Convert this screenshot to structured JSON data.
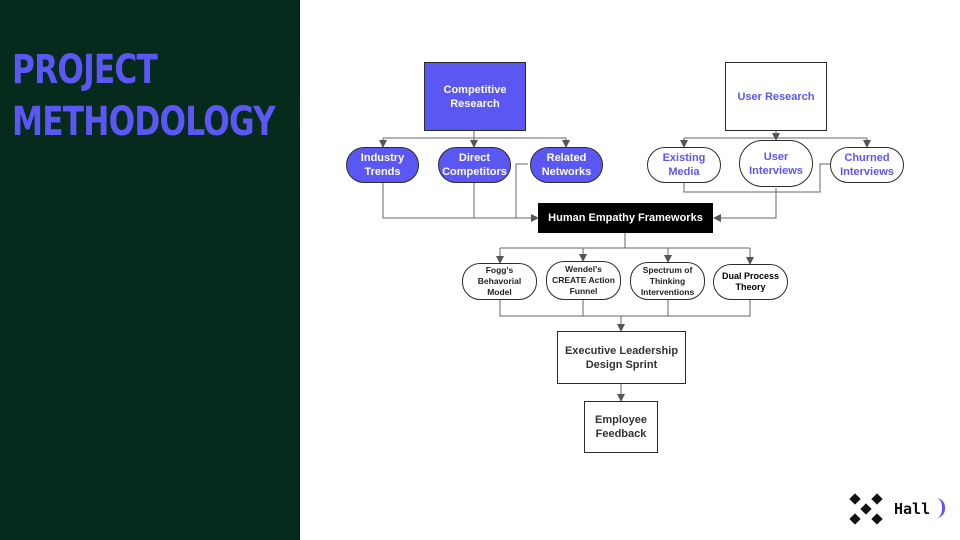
{
  "slide": {
    "title_line1": "PROJECT",
    "title_line2": "METHODOLOGY"
  },
  "colors": {
    "panel_bg": "#062a1c",
    "accent": "#5b57f2",
    "dark_box": "#000000"
  },
  "diagram": {
    "competitive_research": "Competitive\nResearch",
    "user_research": "User Research",
    "industry_trends": "Industry\nTrends",
    "direct_competitors": "Direct\nCompetitors",
    "related_networks": "Related\nNetworks",
    "existing_media": "Existing\nMedia",
    "user_interviews": "User\nInterviews",
    "churned_interviews": "Churned\nInterviews",
    "human_empathy": "Human Empathy Frameworks",
    "foggs": "Fogg's\nBehavorial\nModel",
    "wendels": "Wendel's\nCREATE Action\nFunnel",
    "spectrum": "Spectrum of\nThinking\nInterventions",
    "dual_process": "Dual Process\nTheory",
    "exec_sprint": "Executive Leadership\nDesign Sprint",
    "employee_feedback": "Employee\nFeedback"
  },
  "logo": {
    "text": "Hall",
    "icon": "x-diamond-logo-icon"
  }
}
